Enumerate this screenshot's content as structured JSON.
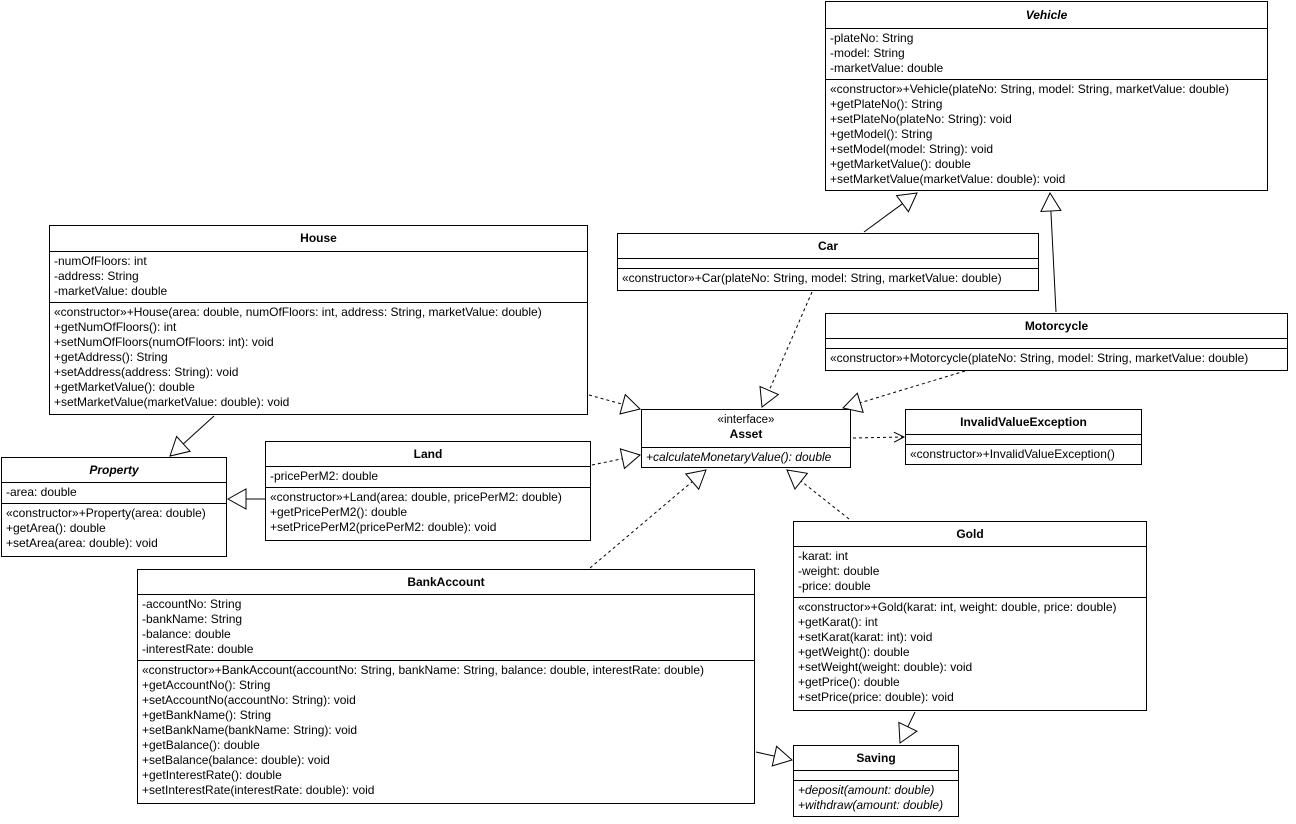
{
  "classes": {
    "vehicle": {
      "name": "Vehicle",
      "attributes": [
        "-plateNo: String",
        "-model: String",
        "-marketValue: double"
      ],
      "operations": [
        "«constructor»+Vehicle(plateNo: String, model: String, marketValue: double)",
        "+getPlateNo(): String",
        "+setPlateNo(plateNo: String): void",
        "+getModel(): String",
        "+setModel(model: String): void",
        "+getMarketValue(): double",
        "+setMarketValue(marketValue: double): void"
      ]
    },
    "house": {
      "name": "House",
      "attributes": [
        "-numOfFloors: int",
        "-address: String",
        "-marketValue: double"
      ],
      "operations": [
        "«constructor»+House(area: double, numOfFloors: int, address: String, marketValue: double)",
        "+getNumOfFloors(): int",
        "+setNumOfFloors(numOfFloors: int): void",
        "+getAddress(): String",
        "+setAddress(address: String): void",
        "+getMarketValue(): double",
        "+setMarketValue(marketValue: double): void"
      ]
    },
    "car": {
      "name": "Car",
      "operations": [
        "«constructor»+Car(plateNo: String, model: String, marketValue: double)"
      ]
    },
    "motorcycle": {
      "name": "Motorcycle",
      "operations": [
        "«constructor»+Motorcycle(plateNo: String, model: String, marketValue: double)"
      ]
    },
    "asset": {
      "stereotype": "«interface»",
      "name": "Asset",
      "operations": [
        "+calculateMonetaryValue(): double"
      ]
    },
    "invalid_value_exception": {
      "name": "InvalidValueException",
      "operations": [
        "«constructor»+InvalidValueException()"
      ]
    },
    "property": {
      "name": "Property",
      "attributes": [
        "-area: double"
      ],
      "operations": [
        "«constructor»+Property(area: double)",
        "+getArea(): double",
        "+setArea(area: double): void"
      ]
    },
    "land": {
      "name": "Land",
      "attributes": [
        "-pricePerM2: double"
      ],
      "operations": [
        "«constructor»+Land(area: double, pricePerM2: double)",
        "+getPricePerM2(): double",
        "+setPricePerM2(pricePerM2: double): void"
      ]
    },
    "bank_account": {
      "name": "BankAccount",
      "attributes": [
        "-accountNo: String",
        "-bankName: String",
        "-balance: double",
        "-interestRate: double"
      ],
      "operations": [
        "«constructor»+BankAccount(accountNo: String, bankName: String, balance: double, interestRate: double)",
        "+getAccountNo(): String",
        "+setAccountNo(accountNo: String): void",
        "+getBankName(): String",
        "+setBankName(bankName: String): void",
        "+getBalance(): double",
        "+setBalance(balance: double): void",
        "+getInterestRate(): double",
        "+setInterestRate(interestRate: double): void"
      ]
    },
    "gold": {
      "name": "Gold",
      "attributes": [
        "-karat: int",
        "-weight: double",
        "-price: double"
      ],
      "operations": [
        "«constructor»+Gold(karat: int, weight: double, price: double)",
        "+getKarat(): int",
        "+setKarat(karat: int): void",
        "+getWeight(): double",
        "+setWeight(weight: double): void",
        "+getPrice(): double",
        "+setPrice(price: double): void"
      ]
    },
    "saving": {
      "name": "Saving",
      "operations": [
        "+deposit(amount: double)",
        "+withdraw(amount: double)"
      ]
    }
  },
  "relationships": [
    {
      "from": "car",
      "to": "vehicle",
      "kind": "generalization"
    },
    {
      "from": "motorcycle",
      "to": "vehicle",
      "kind": "generalization"
    },
    {
      "from": "house",
      "to": "property",
      "kind": "generalization"
    },
    {
      "from": "land",
      "to": "property",
      "kind": "generalization"
    },
    {
      "from": "gold",
      "to": "saving",
      "kind": "generalization"
    },
    {
      "from": "bank_account",
      "to": "saving",
      "kind": "generalization"
    },
    {
      "from": "car",
      "to": "asset",
      "kind": "realization"
    },
    {
      "from": "motorcycle",
      "to": "asset",
      "kind": "realization"
    },
    {
      "from": "house",
      "to": "asset",
      "kind": "realization"
    },
    {
      "from": "land",
      "to": "asset",
      "kind": "realization"
    },
    {
      "from": "bank_account",
      "to": "asset",
      "kind": "realization"
    },
    {
      "from": "gold",
      "to": "asset",
      "kind": "realization"
    },
    {
      "from": "asset",
      "to": "invalid_value_exception",
      "kind": "dependency"
    }
  ]
}
